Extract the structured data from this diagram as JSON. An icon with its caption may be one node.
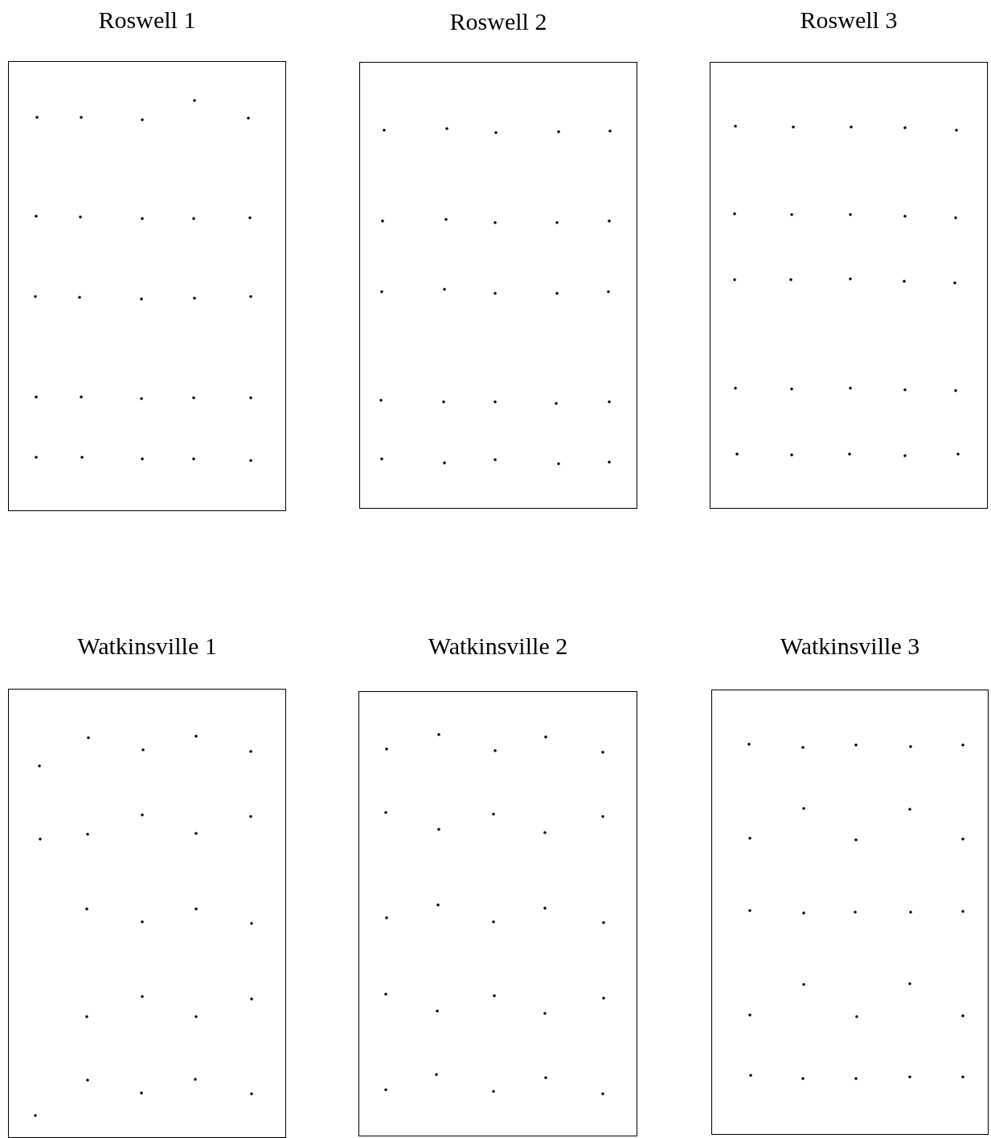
{
  "diagram": {
    "nodes": [
      {
        "text": [
          "Roswell 1"
        ]
      },
      {
        "text": [
          "Roswell 2"
        ]
      },
      {
        "text": [
          "Roswell 3"
        ]
      },
      {
        "text": [
          "Watkinsville 1"
        ]
      },
      {
        "text": [
          "Watkinsville 2"
        ]
      },
      {
        "text": [
          "Watkinsville 3"
        ]
      }
    ],
    "edges": []
  }
}
